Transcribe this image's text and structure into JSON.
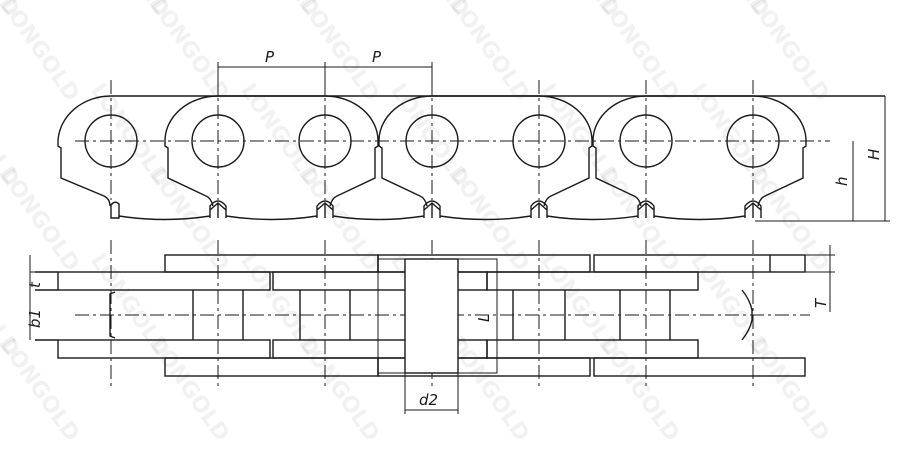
{
  "watermark": "LONGOLD",
  "labels": {
    "pitch_1": "P",
    "pitch_2": "P",
    "height_total": "H",
    "height_center": "h",
    "plate_thickness": "t",
    "inner_width": "b1",
    "pin_length": "L",
    "overall_width": "T",
    "pin_head_diameter": "d2"
  },
  "colors": {
    "line": "#1a1a1a",
    "background": "#ffffff"
  }
}
